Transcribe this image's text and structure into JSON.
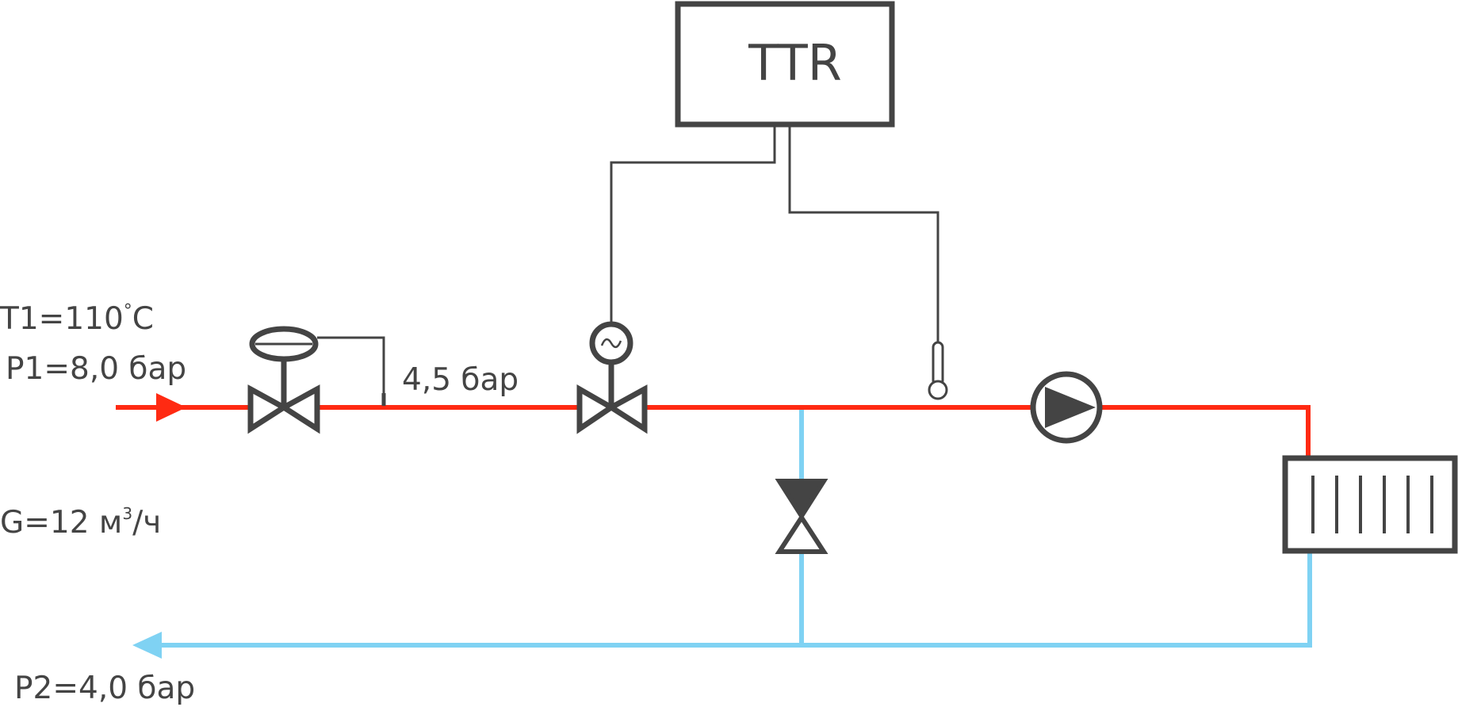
{
  "controller": {
    "label": "TTR"
  },
  "labels": {
    "t1_prefix": "T1=110",
    "t1_degree": "°",
    "t1_unit": "C",
    "p1": "P1=8,0 бар",
    "mid_pressure": "4,5 бар",
    "g_prefix": "G=12 м",
    "g_sup": "3",
    "g_suffix": "/ч",
    "p2": "P2=4,0 бар"
  },
  "colors": {
    "supply": "#ff2a12",
    "return": "#7fd2f3",
    "equipment": "#444444"
  }
}
